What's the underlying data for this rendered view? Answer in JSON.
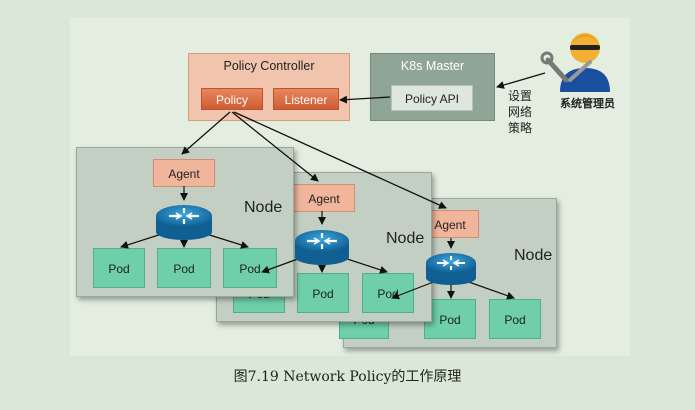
{
  "controller": {
    "title": "Policy Controller",
    "policy": "Policy",
    "listener": "Listener"
  },
  "master": {
    "title": "K8s Master",
    "api": "Policy API"
  },
  "side_label": "设置网络策略",
  "admin_label": "系统管理员",
  "nodes": [
    {
      "label": "Node",
      "agent": "Agent",
      "pods": [
        "Pod",
        "Pod",
        "Pod"
      ]
    },
    {
      "label": "Node",
      "agent": "Agent",
      "pods": [
        "Pod",
        "Pod",
        "Pod"
      ]
    },
    {
      "label": "Node",
      "agent": "Agent",
      "pods": [
        "Pod",
        "Pod",
        "Pod"
      ]
    }
  ],
  "caption": "图7.19    Network Policy的工作原理",
  "colors": {
    "background": "#dae9d7",
    "controller": "#f1c4ad",
    "chip": "#d9683e",
    "master": "#8fa595",
    "node": "#c3cfc2",
    "agent": "#f0b59b",
    "pod": "#6fcfab",
    "router": "#1f83bd"
  }
}
